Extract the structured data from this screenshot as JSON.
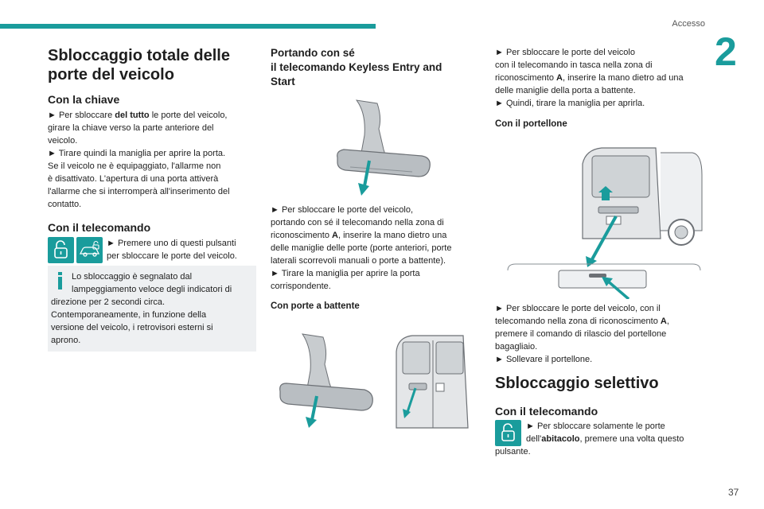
{
  "header": {
    "section": "Accesso",
    "chapter": "2"
  },
  "page_number": "37",
  "col1": {
    "title_line1": "Sbloccaggio totale delle",
    "title_line2": "porte del veicolo",
    "key_heading": "Con la chiave",
    "key_lines": [
      {
        "pre": "► Per sbloccare ",
        "bold": "del tutto",
        "post": " le porte del veicolo,"
      },
      "girare la chiave verso la parte anteriore del",
      "veicolo.",
      "► Tirare quindi la maniglia per aprire la porta.",
      "Se il veicolo ne è equipaggiato, l'allarme non",
      "è disattivato. L'apertura di una porta attiverà",
      "l'allarme che si interromperà all'inserimento del",
      "contatto."
    ],
    "remote_heading": "Con il telecomando",
    "remote_lines": [
      "► Premere uno di questi pulsanti",
      "per sbloccare le porte del veicolo."
    ],
    "info_lines": [
      "Lo sbloccaggio è segnalato dal",
      "lampeggiamento veloce degli indicatori di",
      "direzione per 2 secondi circa.",
      "Contemporaneamente, in funzione della",
      "versione del veicolo, i retrovisori esterni si",
      "aprono."
    ]
  },
  "col2": {
    "heading_lines": [
      "Portando con sé",
      "il telecomando Keyless Entry and",
      "Start"
    ],
    "body_lines": [
      "► Per sbloccare le porte del veicolo,",
      "portando con sé il telecomando nella zona di",
      {
        "pre": "riconoscimento ",
        "bold": "A",
        "post": ", inserire la mano dietro una"
      },
      "delle maniglie delle porte (porte anteriori, porte",
      "laterali scorrevoli manuali o porte a battente).",
      "► Tirare la maniglia per aprire la porta",
      "corrispondente."
    ],
    "hinged_heading": "Con porte a battente"
  },
  "col3": {
    "top_lines": [
      "► Per sbloccare le porte del veicolo",
      "con il telecomando in tasca nella zona di",
      {
        "pre": "riconoscimento ",
        "bold": "A",
        "post": ", inserire la mano dietro ad una"
      },
      "delle maniglie della porta a battente.",
      "► Quindi, tirare la maniglia per aprirla."
    ],
    "tailgate_heading": "Con il portellone",
    "tailgate_lines": [
      "► Per sbloccare le porte del veicolo, con il",
      {
        "pre": "telecomando nella zona di riconoscimento ",
        "bold": "A",
        "post": ","
      },
      "premere il comando di rilascio del portellone",
      "bagagliaio.",
      "► Sollevare il portellone."
    ],
    "selective_title": "Sbloccaggio selettivo",
    "selective_heading": "Con il telecomando",
    "selective_lines": [
      "► Per sbloccare solamente le porte",
      {
        "pre": "dell'",
        "bold": "abitacolo",
        "post": ", premere una volta questo"
      },
      "pulsante."
    ]
  },
  "colors": {
    "accent": "#1a9c9c",
    "info_box": "#eef0f2",
    "text": "#1e1e1e"
  },
  "icons": [
    "unlock-padlock-icon",
    "car-unlock-icon",
    "info-icon"
  ]
}
